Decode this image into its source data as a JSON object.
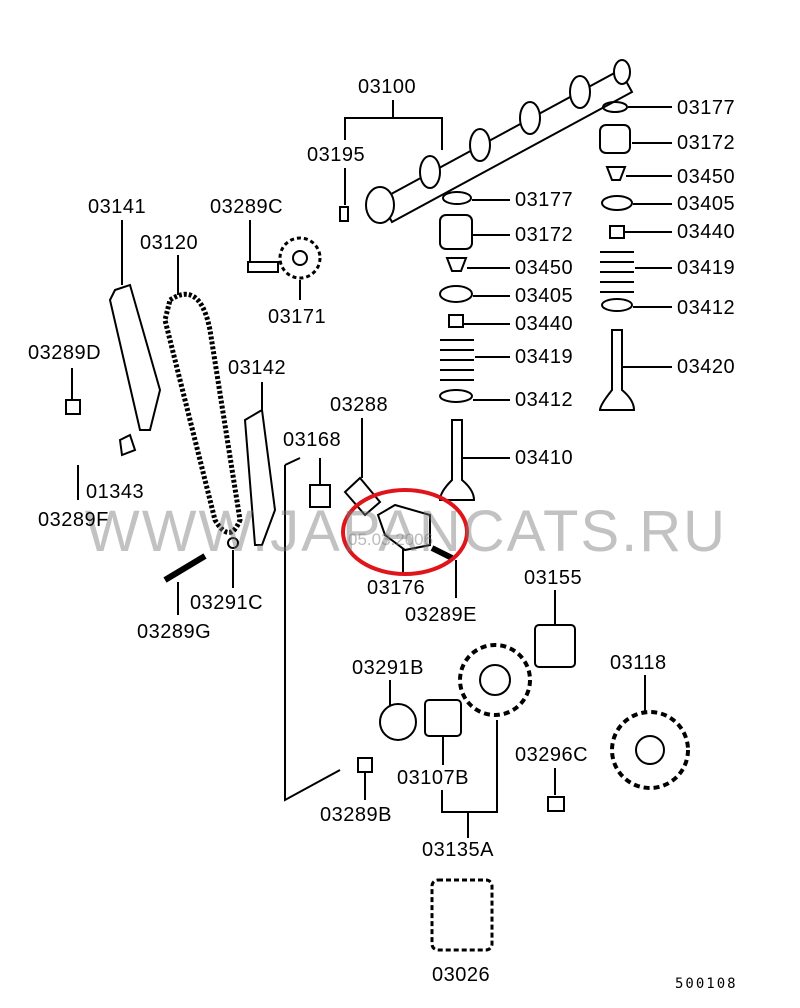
{
  "diagram_code": "500108",
  "watermark": "WWW.JAPANCATS.RU",
  "watermark_date": "05.03.2006",
  "highlight_color": "#e0151c",
  "labels": {
    "p03100": "03100",
    "p03195": "03195",
    "p03177a": "03177",
    "p03172a": "03172",
    "p03450a": "03450",
    "p03405a": "03405",
    "p03440a": "03440",
    "p03419a": "03419",
    "p03412a": "03412",
    "p03420": "03420",
    "p03177b": "03177",
    "p03172b": "03172",
    "p03450b": "03450",
    "p03405b": "03405",
    "p03440b": "03440",
    "p03419b": "03419",
    "p03412b": "03412",
    "p03410": "03410",
    "p03141": "03141",
    "p03289C": "03289C",
    "p03120": "03120",
    "p03171": "03171",
    "p03289D": "03289D",
    "p03142": "03142",
    "p03288": "03288",
    "p03168": "03168",
    "p01343": "01343",
    "p03289F": "03289F",
    "p03176": "03176",
    "p03289E": "03289E",
    "p03155": "03155",
    "p03291C": "03291C",
    "p03289G": "03289G",
    "p03118": "03118",
    "p03291B": "03291B",
    "p03296C": "03296C",
    "p03107B": "03107B",
    "p03289B": "03289B",
    "p03135A": "03135A",
    "p03026": "03026"
  }
}
